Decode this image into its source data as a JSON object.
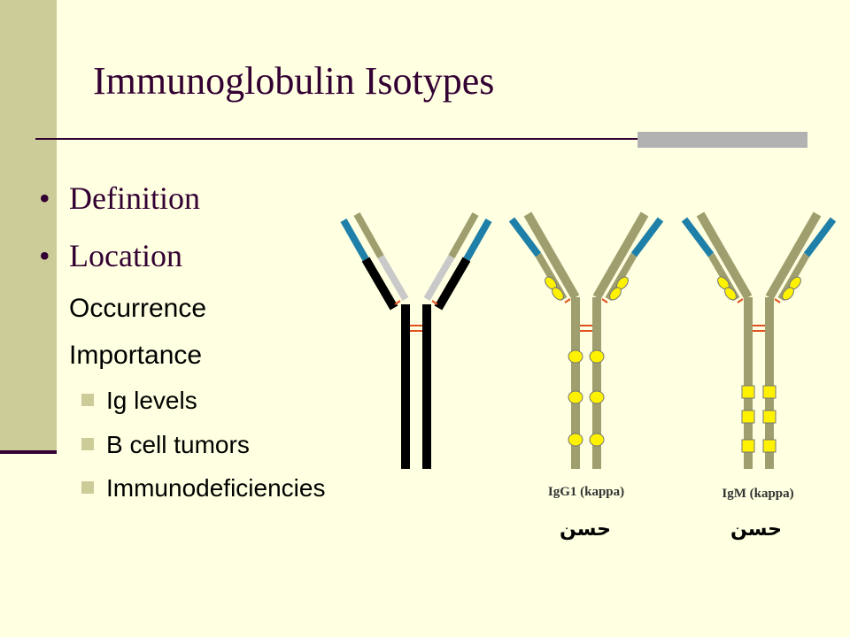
{
  "slide": {
    "title": "Immunoglobulin Isotypes",
    "bullets_level1": [
      "Definition",
      "Location"
    ],
    "bullets_level2": [
      "Occurrence",
      "Importance"
    ],
    "bullets_level3": [
      "Ig levels",
      "B cell tumors",
      "Immunodeficiencies"
    ]
  },
  "antibodies": {
    "igg1_label": "IgG1 (kappa)",
    "igm_label": "IgM (kappa)",
    "igg1_signature": "حسن",
    "igm_signature": "حسن"
  },
  "colors": {
    "background": "#FFFFE1",
    "side_bar": "#CCCC99",
    "title_text": "#330033",
    "heavy_chain": "#9E9E6E",
    "light_chain_variable": "#1E7FA8",
    "disulfide": "#E0501E",
    "domain_marker": "#FFF200"
  }
}
